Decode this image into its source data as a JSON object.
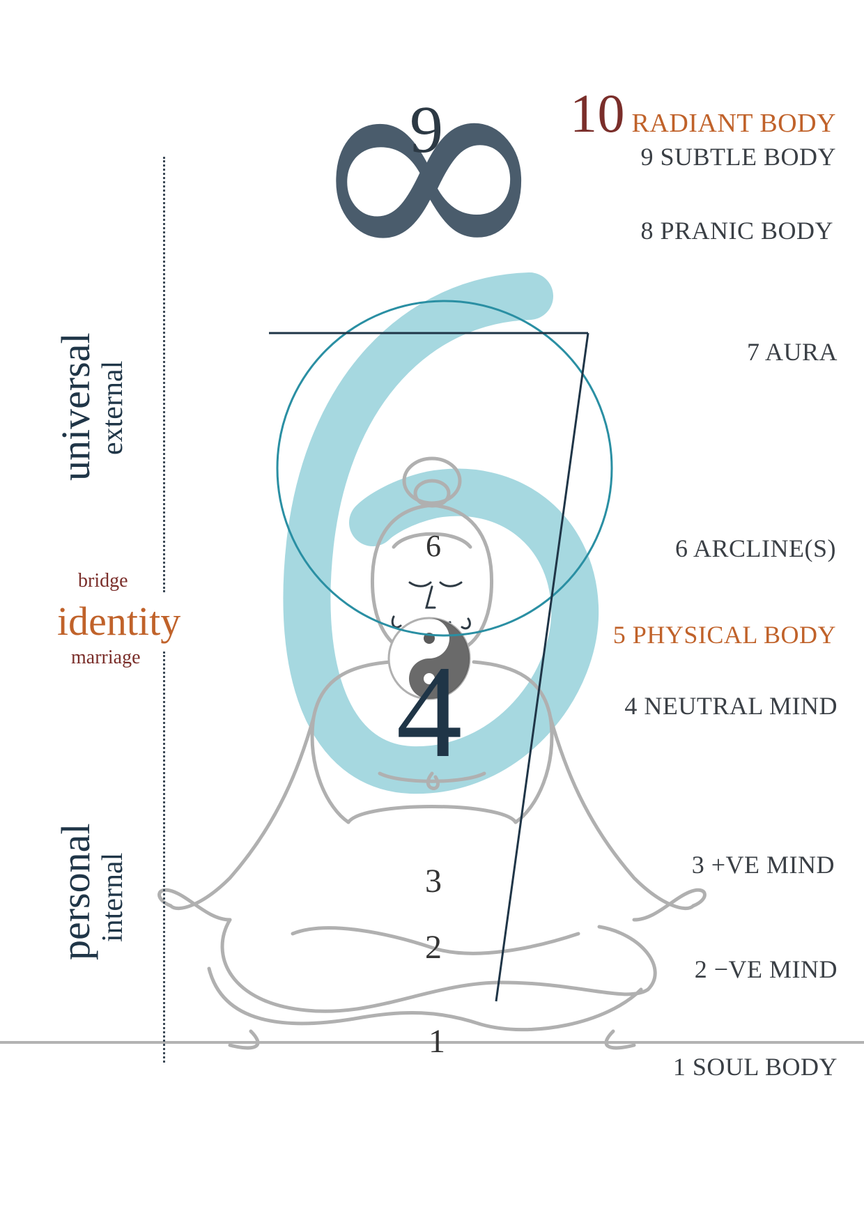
{
  "diagram": {
    "big_number_top": "9",
    "infinity_symbol": "∞",
    "big_number_mid": "4",
    "figure_numbers": [
      "6",
      "3",
      "2",
      "1"
    ],
    "bodies": [
      {
        "id": "10",
        "text": "10",
        "label": "RADIANT BODY"
      },
      {
        "id": "9",
        "text": "9 SUBTLE BODY"
      },
      {
        "id": "8",
        "text": "8 PRANIC BODY"
      },
      {
        "id": "7",
        "text": "7 AURA"
      },
      {
        "id": "6",
        "text": "6 ARCLINE(S)"
      },
      {
        "id": "5",
        "text": "5 PHYSICAL BODY"
      },
      {
        "id": "4",
        "text": "4 NEUTRAL MIND"
      },
      {
        "id": "3",
        "text": "3 +VE MIND"
      },
      {
        "id": "2",
        "text": "2 −VE MIND"
      },
      {
        "id": "1",
        "text": "1 SOUL BODY"
      }
    ],
    "side": {
      "universal": "universal",
      "external": "external",
      "bridge": "bridge",
      "identity": "identity",
      "marriage": "marriage",
      "personal": "personal",
      "internal": "internal"
    },
    "colors": {
      "slate": "#4a5c6c",
      "dark_navy": "#1f3547",
      "orange": "#c0622a",
      "maroon": "#7a2e2a",
      "teal_light": "#a6d8e0",
      "teal_ring": "#2a8fa3",
      "gray_line": "#b0b0b0"
    }
  }
}
